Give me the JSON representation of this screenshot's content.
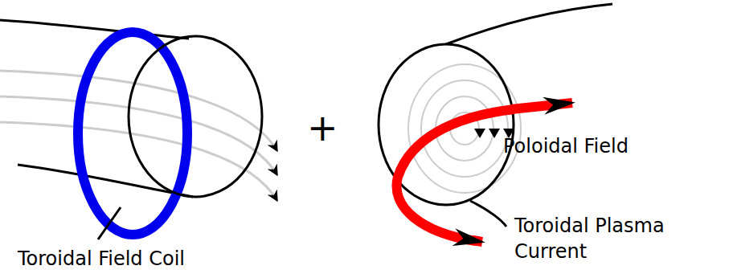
{
  "diagram": {
    "labels": [
      "Toroidal Field Coil",
      "+",
      "Poloidal Field",
      "Toroidal Plasma Current"
    ]
  }
}
